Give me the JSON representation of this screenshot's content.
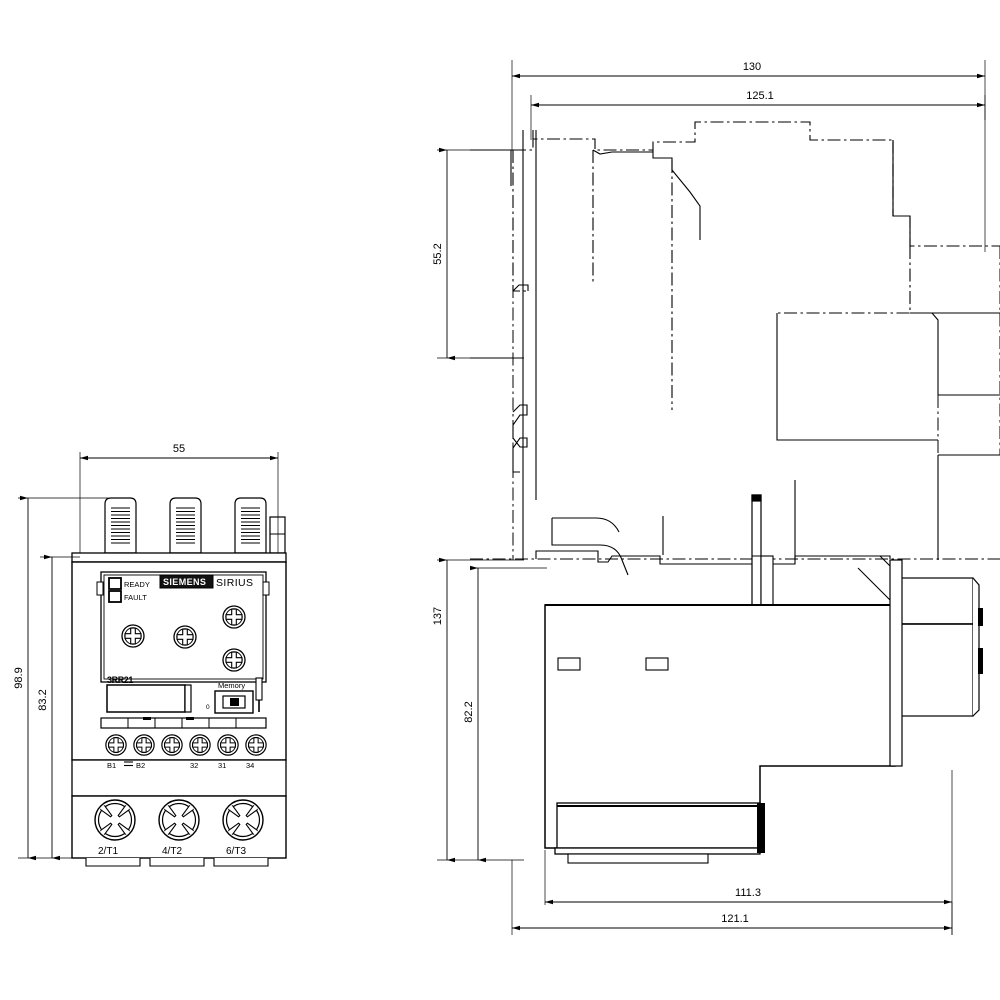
{
  "drawing": {
    "title": "Siemens SIRIUS 3RR21 dimension drawing",
    "line_color": "#000000",
    "background": "#ffffff"
  },
  "front_view": {
    "name": "front-view",
    "dimensions": {
      "width_overall": "55",
      "height_overall": "98.9",
      "height_body": "83.2"
    },
    "brand": {
      "maker": "SIEMENS",
      "family": "SIRIUS"
    },
    "leds": [
      {
        "label": "READY"
      },
      {
        "label": "FAULT"
      }
    ],
    "type_label": "3RR21",
    "memory_label": "Memory",
    "reset_symbol": "0",
    "control_terminals": [
      "B1",
      "B2",
      "32",
      "31",
      "34"
    ],
    "power_terminals": [
      "2/T1",
      "4/T2",
      "6/T3"
    ],
    "dial_count": 4
  },
  "side_view": {
    "name": "side-view",
    "dimensions": {
      "depth_overall_top": "130",
      "depth_secondary_top": "125.1",
      "height_upper": "55.2",
      "height_total": "137",
      "height_lower": "82.2",
      "depth_lower_inner": "111.3",
      "depth_lower_outer": "121.1"
    }
  }
}
